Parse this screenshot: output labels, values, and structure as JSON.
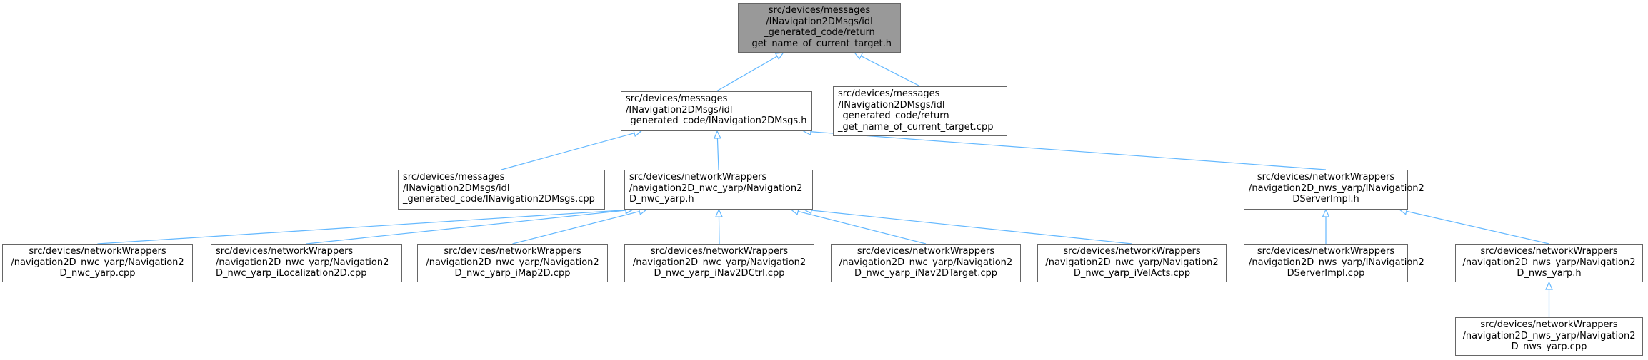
{
  "colors": {
    "edge": "#63b8ff",
    "root_fill": "#999999",
    "node_border": "#666666",
    "node_fill": "#ffffff"
  },
  "nodes": [
    {
      "id": "n0",
      "lines": [
        "src/devices/messages",
        "/INavigation2DMsgs/idl",
        "_generated_code/return",
        "_get_name_of_current_target.h"
      ],
      "root": true
    },
    {
      "id": "n1",
      "lines": [
        "src/devices/messages",
        "/INavigation2DMsgs/idl",
        "_generated_code/INavigation2DMsgs.h"
      ]
    },
    {
      "id": "n2",
      "lines": [
        "src/devices/messages",
        "/INavigation2DMsgs/idl",
        "_generated_code/return",
        "_get_name_of_current_target.cpp"
      ]
    },
    {
      "id": "n3",
      "lines": [
        "src/devices/messages",
        "/INavigation2DMsgs/idl",
        "_generated_code/INavigation2DMsgs.cpp"
      ]
    },
    {
      "id": "n4",
      "lines": [
        "src/devices/networkWrappers",
        "/navigation2D_nwc_yarp/Navigation2",
        "D_nwc_yarp.h"
      ]
    },
    {
      "id": "n5",
      "lines": [
        "src/devices/networkWrappers",
        "/navigation2D_nws_yarp/INavigation2",
        "DServerImpl.h"
      ]
    },
    {
      "id": "n6",
      "lines": [
        "src/devices/networkWrappers",
        "/navigation2D_nwc_yarp/Navigation2",
        "D_nwc_yarp.cpp"
      ]
    },
    {
      "id": "n7",
      "lines": [
        "src/devices/networkWrappers",
        "/navigation2D_nwc_yarp/Navigation2",
        "D_nwc_yarp_iLocalization2D.cpp"
      ]
    },
    {
      "id": "n8",
      "lines": [
        "src/devices/networkWrappers",
        "/navigation2D_nwc_yarp/Navigation2",
        "D_nwc_yarp_iMap2D.cpp"
      ]
    },
    {
      "id": "n9",
      "lines": [
        "src/devices/networkWrappers",
        "/navigation2D_nwc_yarp/Navigation2",
        "D_nwc_yarp_iNav2DCtrl.cpp"
      ]
    },
    {
      "id": "n10",
      "lines": [
        "src/devices/networkWrappers",
        "/navigation2D_nwc_yarp/Navigation2",
        "D_nwc_yarp_iNav2DTarget.cpp"
      ]
    },
    {
      "id": "n11",
      "lines": [
        "src/devices/networkWrappers",
        "/navigation2D_nwc_yarp/Navigation2",
        "D_nwc_yarp_iVelActs.cpp"
      ]
    },
    {
      "id": "n12",
      "lines": [
        "src/devices/networkWrappers",
        "/navigation2D_nws_yarp/INavigation2",
        "DServerImpl.cpp"
      ]
    },
    {
      "id": "n13",
      "lines": [
        "src/devices/networkWrappers",
        "/navigation2D_nws_yarp/Navigation2",
        "D_nws_yarp.h"
      ]
    },
    {
      "id": "n14",
      "lines": [
        "src/devices/networkWrappers",
        "/navigation2D_nws_yarp/Navigation2",
        "D_nws_yarp.cpp"
      ]
    }
  ],
  "edges": [
    {
      "from": "n1",
      "to": "n0"
    },
    {
      "from": "n2",
      "to": "n0"
    },
    {
      "from": "n3",
      "to": "n1"
    },
    {
      "from": "n4",
      "to": "n1"
    },
    {
      "from": "n5",
      "to": "n1"
    },
    {
      "from": "n6",
      "to": "n4"
    },
    {
      "from": "n7",
      "to": "n4"
    },
    {
      "from": "n8",
      "to": "n4"
    },
    {
      "from": "n9",
      "to": "n4"
    },
    {
      "from": "n10",
      "to": "n4"
    },
    {
      "from": "n11",
      "to": "n4"
    },
    {
      "from": "n12",
      "to": "n5"
    },
    {
      "from": "n13",
      "to": "n5"
    },
    {
      "from": "n14",
      "to": "n13"
    }
  ]
}
